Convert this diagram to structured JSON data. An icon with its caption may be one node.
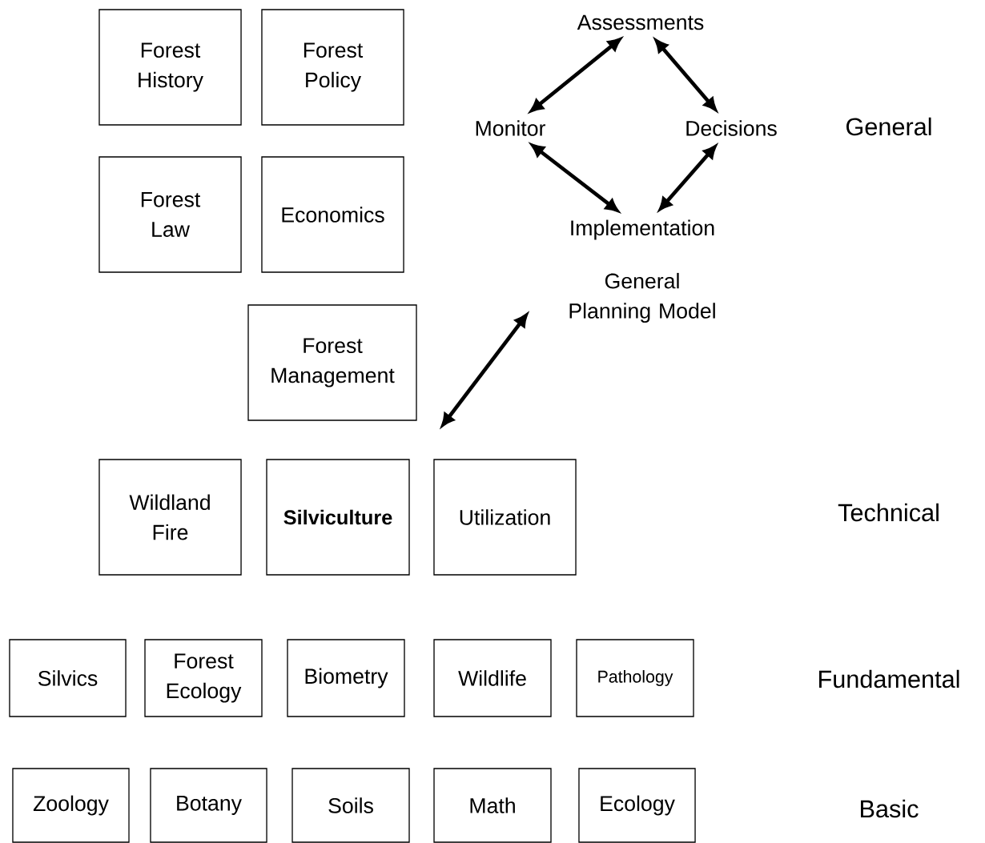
{
  "diagram": {
    "nodes": [
      {
        "text": [
          "Forest History"
        ]
      },
      {
        "text": [
          "Forest Policy"
        ]
      },
      {
        "text": [
          "Assessments"
        ]
      },
      {
        "text": [
          "Monitor"
        ]
      },
      {
        "text": [
          "Decisions"
        ]
      },
      {
        "text": [
          "Forest Law"
        ]
      },
      {
        "text": [
          "Economics"
        ]
      },
      {
        "text": [
          "Implementation"
        ]
      },
      {
        "text": [
          "General Planning Model"
        ]
      },
      {
        "text": [
          "Forest Management"
        ]
      },
      {
        "text": [
          "Wildland Fire"
        ]
      },
      {
        "text": [
          "Silviculture"
        ]
      },
      {
        "text": [
          "Utilization"
        ]
      },
      {
        "text": [
          "Silvics"
        ]
      },
      {
        "text": [
          "Forest Ecology"
        ]
      },
      {
        "text": [
          "Biometry"
        ]
      },
      {
        "text": [
          "Wildlife"
        ]
      },
      {
        "text": [
          "Pathology"
        ]
      },
      {
        "text": [
          "Zoology"
        ]
      },
      {
        "text": [
          "Botany"
        ]
      },
      {
        "text": [
          "Soils"
        ]
      },
      {
        "text": [
          "Math"
        ]
      },
      {
        "text": [
          "Ecology"
        ]
      }
    ],
    "edges": [
      {
        "from": 2,
        "to": 3,
        "arrow": "both"
      },
      {
        "from": 2,
        "to": 4,
        "arrow": "both"
      },
      {
        "from": 3,
        "to": 7,
        "arrow": "both"
      },
      {
        "from": 4,
        "to": 7,
        "arrow": "both"
      },
      {
        "from": 9,
        "to": 8,
        "arrow": "both"
      }
    ],
    "labels": [
      "General",
      "Technical",
      "Fundamental",
      "Basic"
    ]
  }
}
